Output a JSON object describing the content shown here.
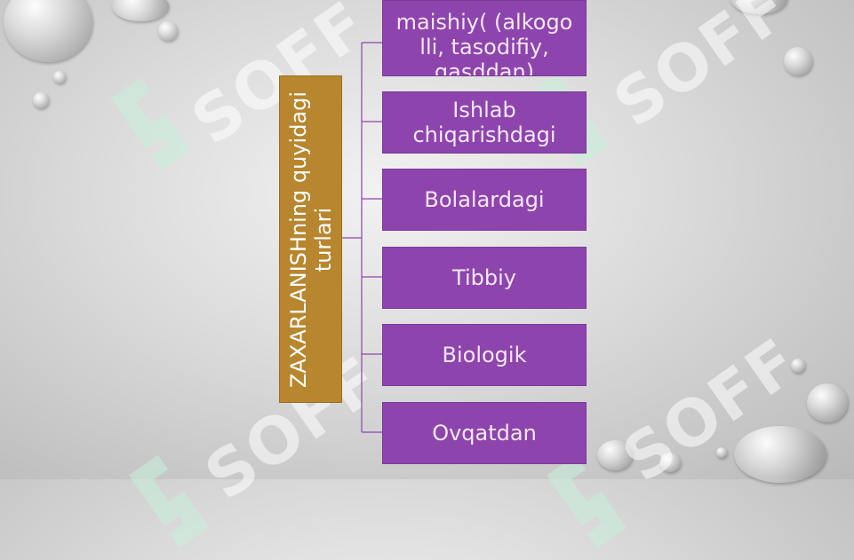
{
  "diagram": {
    "root": {
      "label": "ZAXARLANISHning quyidagi turlari"
    },
    "children": [
      {
        "label": "maishiy( (alkogo lli, tasodifiy, qasddan)"
      },
      {
        "label": "Ishlab chiqarishdagi"
      },
      {
        "label": "Bolalardagi"
      },
      {
        "label": "Tibbiy"
      },
      {
        "label": "Biologik"
      },
      {
        "label": "Ovqatdan"
      }
    ]
  },
  "watermark": {
    "text": "SOFF"
  },
  "colors": {
    "root": "#b8862e",
    "child": "#8e44ad",
    "connector": "#8e44ad"
  }
}
